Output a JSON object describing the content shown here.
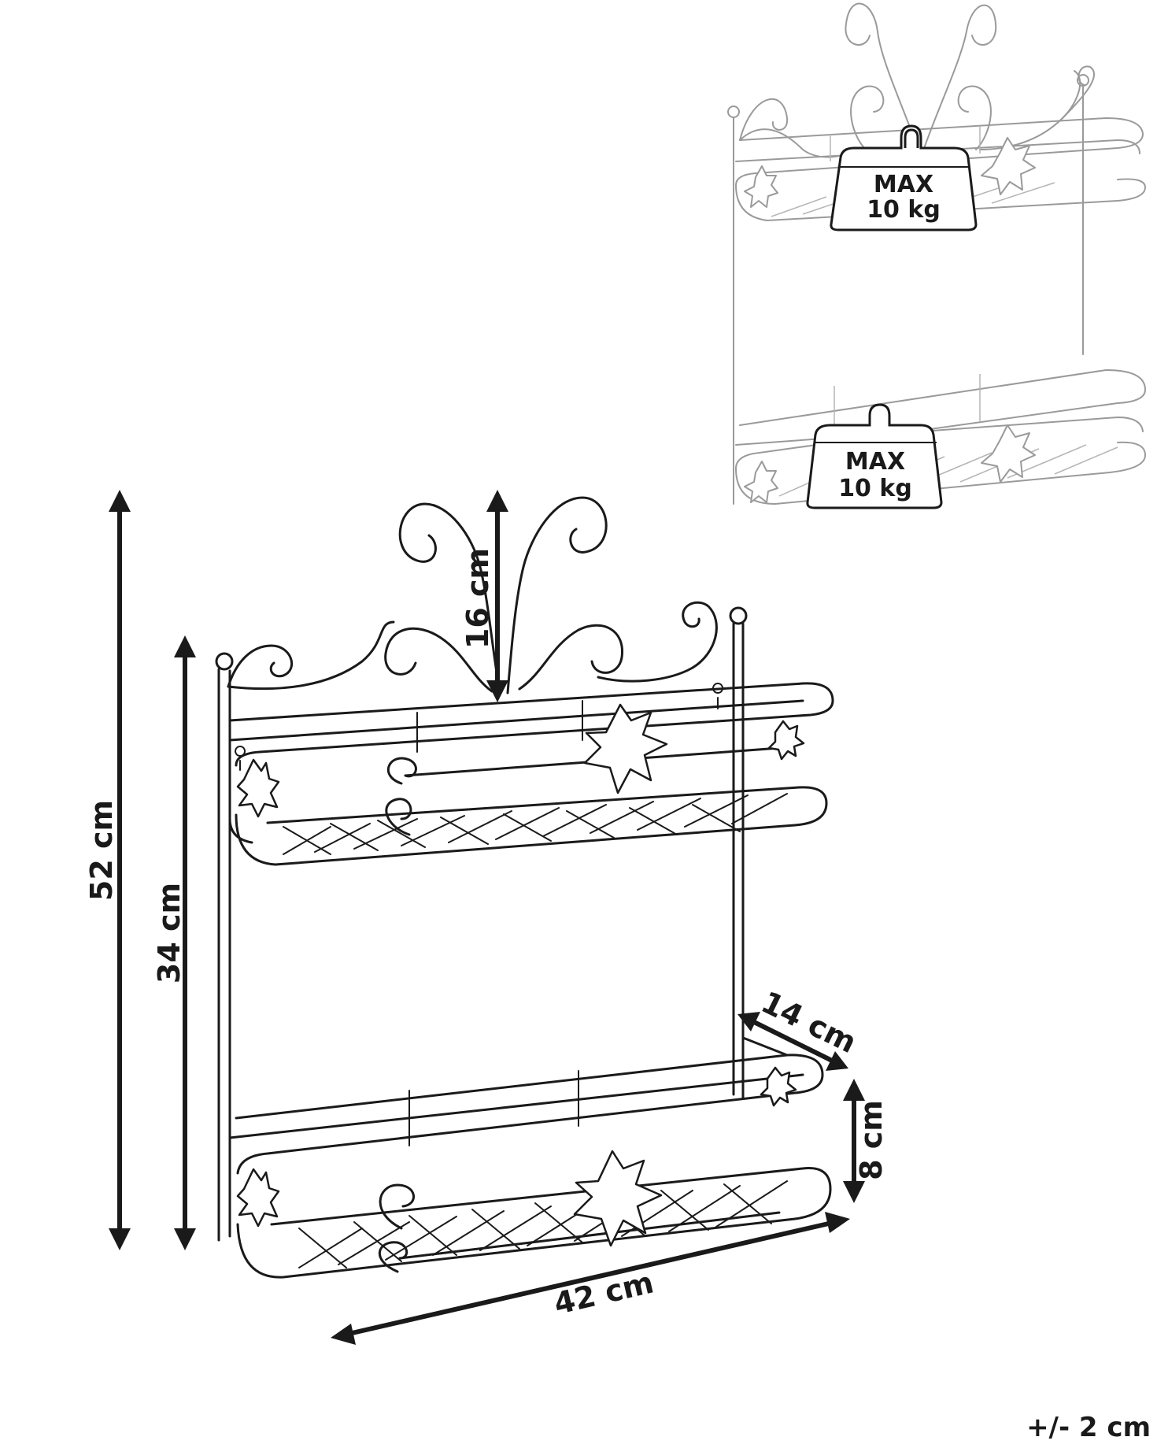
{
  "dimensions": {
    "total_height": "52 cm",
    "frame_height": "34 cm",
    "crest_height": "16 cm",
    "depth": "14 cm",
    "shelf_height": "8 cm",
    "width": "42 cm"
  },
  "load": {
    "top_label": "MAX",
    "top_value": "10 kg",
    "bottom_label": "MAX",
    "bottom_value": "10 kg"
  },
  "tolerance": "+/- 2 cm",
  "colors": {
    "line": "#1a1a1a",
    "ghost_line": "#9a9a9a",
    "background": "#ffffff"
  }
}
